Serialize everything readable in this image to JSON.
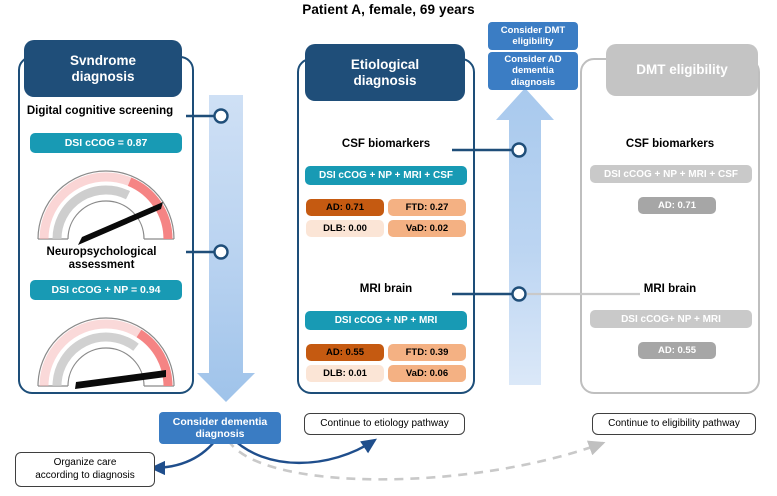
{
  "title": "Patient A, female, 69 years",
  "colors": {
    "panel_border_blue": "#1d4e79",
    "panel_border_grey": "#bfbfbf",
    "header_blue": "#1f4e79",
    "header_grey": "#c4c4c4",
    "teal_pill": "#189ab4",
    "grey_pill": "#c9c9c9",
    "grey_pill_dark": "#a6a6a6",
    "callout_blue": "#3a7cc3",
    "arrow_blue_light": "#aecbeb",
    "chip_ad_strong": "#c55a11",
    "chip_ad_mid": "#d2691e",
    "chip_ftd": "#f4b183",
    "chip_vad": "#f4b183",
    "chip_dlb": "#fbe5d6",
    "gauge_red": "#f4a0a0",
    "gauge_grey": "#c9c9c9",
    "connector_blue": "#1f4e79",
    "connector_grey": "#c9c9c9",
    "dashed_grey": "#c9c9c9"
  },
  "panels": {
    "syndrome": {
      "header": "Svndrome\ndiagnosis",
      "header_line1": "Svndrome",
      "header_line2": "diagnosis",
      "sections": [
        {
          "label": "Digital cognitive screening",
          "pill": "DSI cCOG = 0.87",
          "gauge": {
            "value": 0.87,
            "min": 0,
            "max": 1,
            "needle_angle_deg": 138
          }
        },
        {
          "label": "Neuropsychological\nassessment",
          "label_line1": "Neuropsychological",
          "label_line2": "assessment",
          "pill": "DSI cCOG + NP = 0.94",
          "gauge": {
            "value": 0.94,
            "min": 0,
            "max": 1,
            "needle_angle_deg": 160
          }
        }
      ]
    },
    "etiological": {
      "header_line1": "Etiological",
      "header_line2": "diagnosis",
      "sections": [
        {
          "label": "CSF biomarkers",
          "pill": "DSI cCOG + NP + MRI + CSF",
          "chips": [
            {
              "name": "AD",
              "label": "AD: 0.71",
              "value": 0.71,
              "color": "#c55a11",
              "text": "#000000"
            },
            {
              "name": "FTD",
              "label": "FTD: 0.27",
              "value": 0.27,
              "color": "#f4b183",
              "text": "#000000"
            },
            {
              "name": "DLB",
              "label": "DLB: 0.00",
              "value": 0.0,
              "color": "#fbe5d6",
              "text": "#000000"
            },
            {
              "name": "VaD",
              "label": "VaD: 0.02",
              "value": 0.02,
              "color": "#f4b183",
              "text": "#000000"
            }
          ]
        },
        {
          "label": "MRI brain",
          "pill": "DSI cCOG + NP + MRI",
          "chips": [
            {
              "name": "AD",
              "label": "AD: 0.55",
              "value": 0.55,
              "color": "#c55a11",
              "text": "#000000"
            },
            {
              "name": "FTD",
              "label": "FTD: 0.39",
              "value": 0.39,
              "color": "#f4b183",
              "text": "#000000"
            },
            {
              "name": "DLB",
              "label": "DLB: 0.01",
              "value": 0.01,
              "color": "#fbe5d6",
              "text": "#000000"
            },
            {
              "name": "VaD",
              "label": "VaD: 0.06",
              "value": 0.06,
              "color": "#f4b183",
              "text": "#000000"
            }
          ]
        }
      ]
    },
    "dmt": {
      "header": "DMT eligibility",
      "sections": [
        {
          "label": "CSF biomarkers",
          "pill": "DSI cCOG + NP + MRI + CSF",
          "chip": "AD: 0.71"
        },
        {
          "label": "MRI brain",
          "pill": "DSI cCOG+ NP + MRI",
          "chip": "AD: 0.55"
        }
      ]
    }
  },
  "callouts": {
    "consider_dmt": "Consider DMT\neligibility",
    "consider_dmt_l1": "Consider DMT",
    "consider_dmt_l2": "eligibility",
    "consider_ad": "Consider AD\ndementia\ndiagnosis",
    "consider_ad_l1": "Consider AD",
    "consider_ad_l2": "dementia",
    "consider_ad_l3": "diagnosis",
    "consider_dementia_l1": "Consider dementia",
    "consider_dementia_l2": "diagnosis"
  },
  "boxes": {
    "continue_etiology": "Continue to etiology pathway",
    "continue_eligibility": "Continue to eligibility pathway",
    "organize_care_l1": "Organize care",
    "organize_care_l2": "according to diagnosis"
  }
}
